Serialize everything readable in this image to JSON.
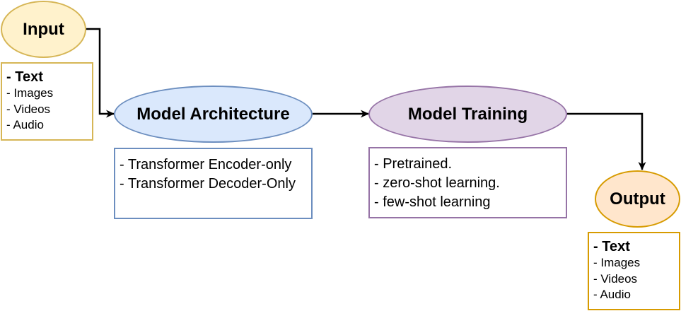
{
  "colors": {
    "yellow_fill": "#fff2cc",
    "yellow_stroke": "#d6b656",
    "blue_fill": "#dae8fc",
    "blue_stroke": "#6c8ebf",
    "purple_fill": "#e1d5e7",
    "purple_stroke": "#9673a6",
    "orange_fill": "#ffe6cc",
    "orange_stroke": "#d79b00",
    "edge": "#000000"
  },
  "nodes": {
    "input": {
      "label": "Input",
      "items": [
        "- Text",
        "- Images",
        "- Videos",
        "- Audio"
      ]
    },
    "architecture": {
      "label": "Model Architecture",
      "items": [
        "- Transformer Encoder-only",
        "- Transformer Decoder-Only"
      ]
    },
    "training": {
      "label": "Model Training",
      "items": [
        "- Pretrained.",
        "- zero-shot learning.",
        "- few-shot learning"
      ]
    },
    "output": {
      "label": "Output",
      "items": [
        "- Text",
        "- Images",
        "- Videos",
        "- Audio"
      ]
    }
  },
  "edges": [
    {
      "from": "Input",
      "to": "Model Architecture"
    },
    {
      "from": "Model Architecture",
      "to": "Model Training"
    },
    {
      "from": "Model Training",
      "to": "Output"
    }
  ]
}
